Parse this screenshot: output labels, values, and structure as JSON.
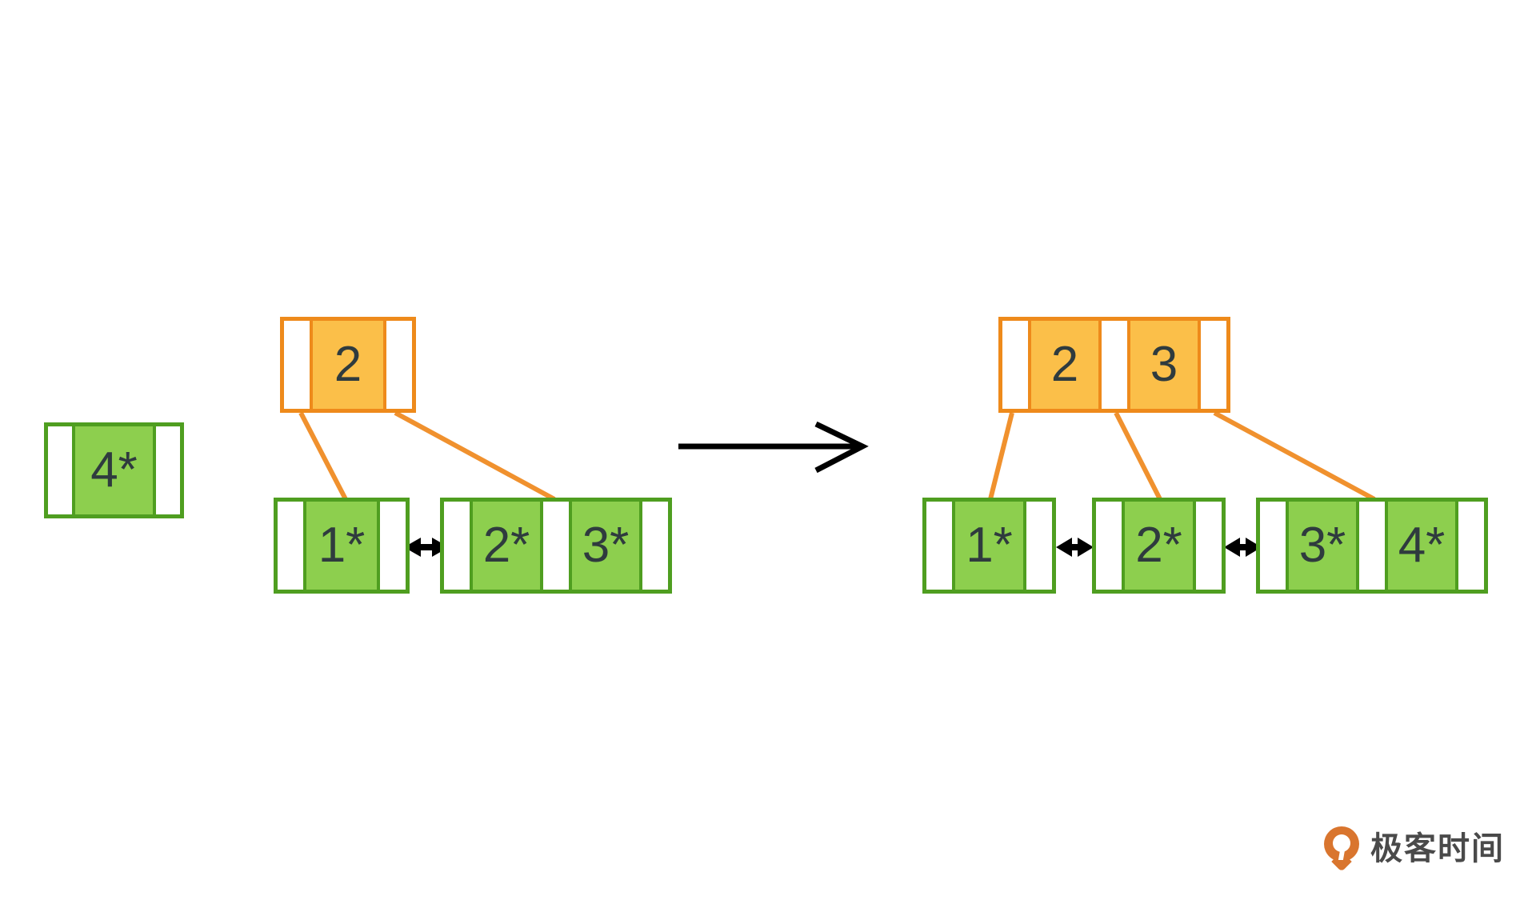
{
  "diagram": {
    "title": "B+ tree leaf split insertion",
    "colors": {
      "internal_border": "#EE8A1B",
      "internal_fill": "#FBBF49",
      "leaf_border": "#4F9E20",
      "leaf_fill": "#8DCF4E",
      "connector": "#F0912E",
      "text": "#2F3B3E",
      "arrow": "#000000",
      "logo_orange": "#D9752E",
      "logo_text": "#4A4A4A"
    },
    "incoming": {
      "label": "incoming-record",
      "cells": [
        "",
        "4*",
        ""
      ]
    },
    "before": {
      "label": "before-insert",
      "root": {
        "cells": [
          "",
          "2",
          ""
        ],
        "keys": [
          "2"
        ]
      },
      "leaves": [
        {
          "cells": [
            "",
            "1*",
            ""
          ],
          "keys": [
            "1*"
          ]
        },
        {
          "cells": [
            "",
            "2*",
            "",
            "3*",
            ""
          ],
          "keys": [
            "2*",
            "3*"
          ]
        }
      ]
    },
    "after": {
      "label": "after-insert",
      "root": {
        "cells": [
          "",
          "2",
          "",
          "3",
          ""
        ],
        "keys": [
          "2",
          "3"
        ]
      },
      "leaves": [
        {
          "cells": [
            "",
            "1*",
            ""
          ],
          "keys": [
            "1*"
          ]
        },
        {
          "cells": [
            "",
            "2*",
            ""
          ],
          "keys": [
            "2*"
          ]
        },
        {
          "cells": [
            "",
            "3*",
            "",
            "4*",
            ""
          ],
          "keys": [
            "3*",
            "4*"
          ]
        }
      ]
    },
    "transition_arrow": {
      "label": "transition-arrow",
      "direction": "right"
    },
    "sibling_links": {
      "label": "leaf-sibling-link",
      "direction": "bidirectional",
      "count_before": 1,
      "count_after": 2
    }
  },
  "logo": {
    "wordmark": "极客时间",
    "icon": "geektime-drop-icon"
  }
}
